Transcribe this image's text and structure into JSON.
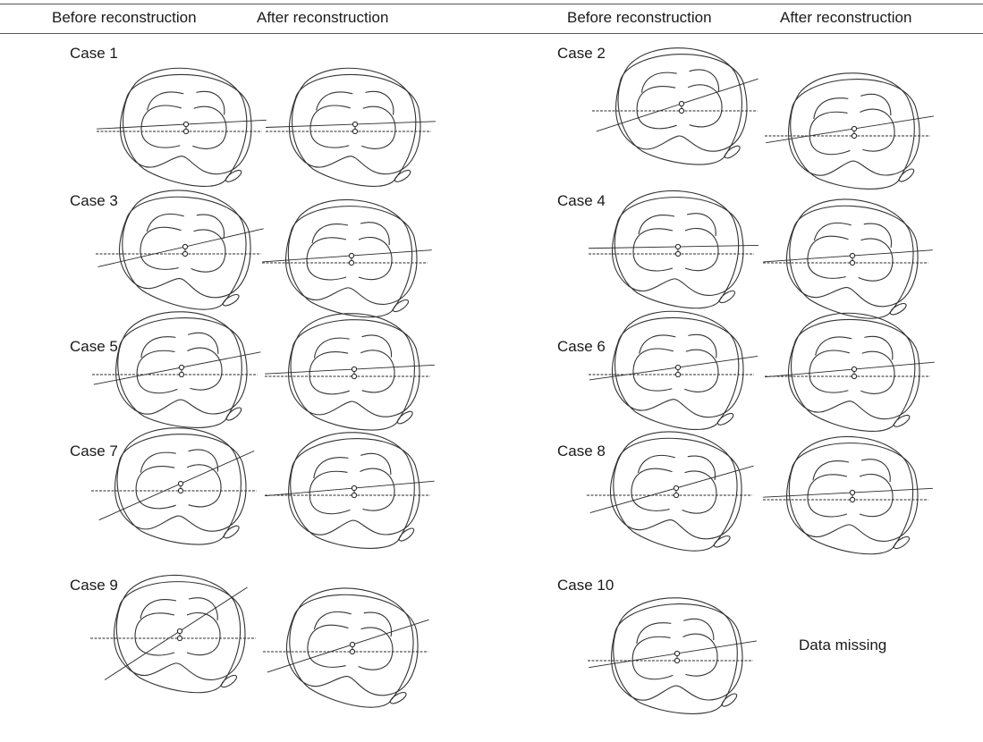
{
  "headers": {
    "left_before": "Before reconstruction",
    "left_after": "After reconstruction",
    "right_before": "Before reconstruction",
    "right_after": "After reconstruction"
  },
  "cases": [
    {
      "label": "Case 1",
      "before_angle_deg": 3,
      "after_angle_deg": 2
    },
    {
      "label": "Case 2",
      "before_angle_deg": 18,
      "after_angle_deg": 9
    },
    {
      "label": "Case 3",
      "before_angle_deg": 13,
      "after_angle_deg": 4
    },
    {
      "label": "Case 4",
      "before_angle_deg": 1,
      "after_angle_deg": 4
    },
    {
      "label": "Case 5",
      "before_angle_deg": 11,
      "after_angle_deg": 3
    },
    {
      "label": "Case 6",
      "before_angle_deg": 8,
      "after_angle_deg": 5
    },
    {
      "label": "Case 7",
      "before_angle_deg": 24,
      "after_angle_deg": 5
    },
    {
      "label": "Case 8",
      "before_angle_deg": 16,
      "after_angle_deg": 3
    },
    {
      "label": "Case 9",
      "before_angle_deg": 33,
      "after_angle_deg": 18
    },
    {
      "label": "Case 10",
      "before_angle_deg": 9,
      "after_angle_deg": null,
      "after_note": "Data missing"
    }
  ],
  "colors": {
    "ink": "#333333",
    "background": "#ffffff"
  }
}
